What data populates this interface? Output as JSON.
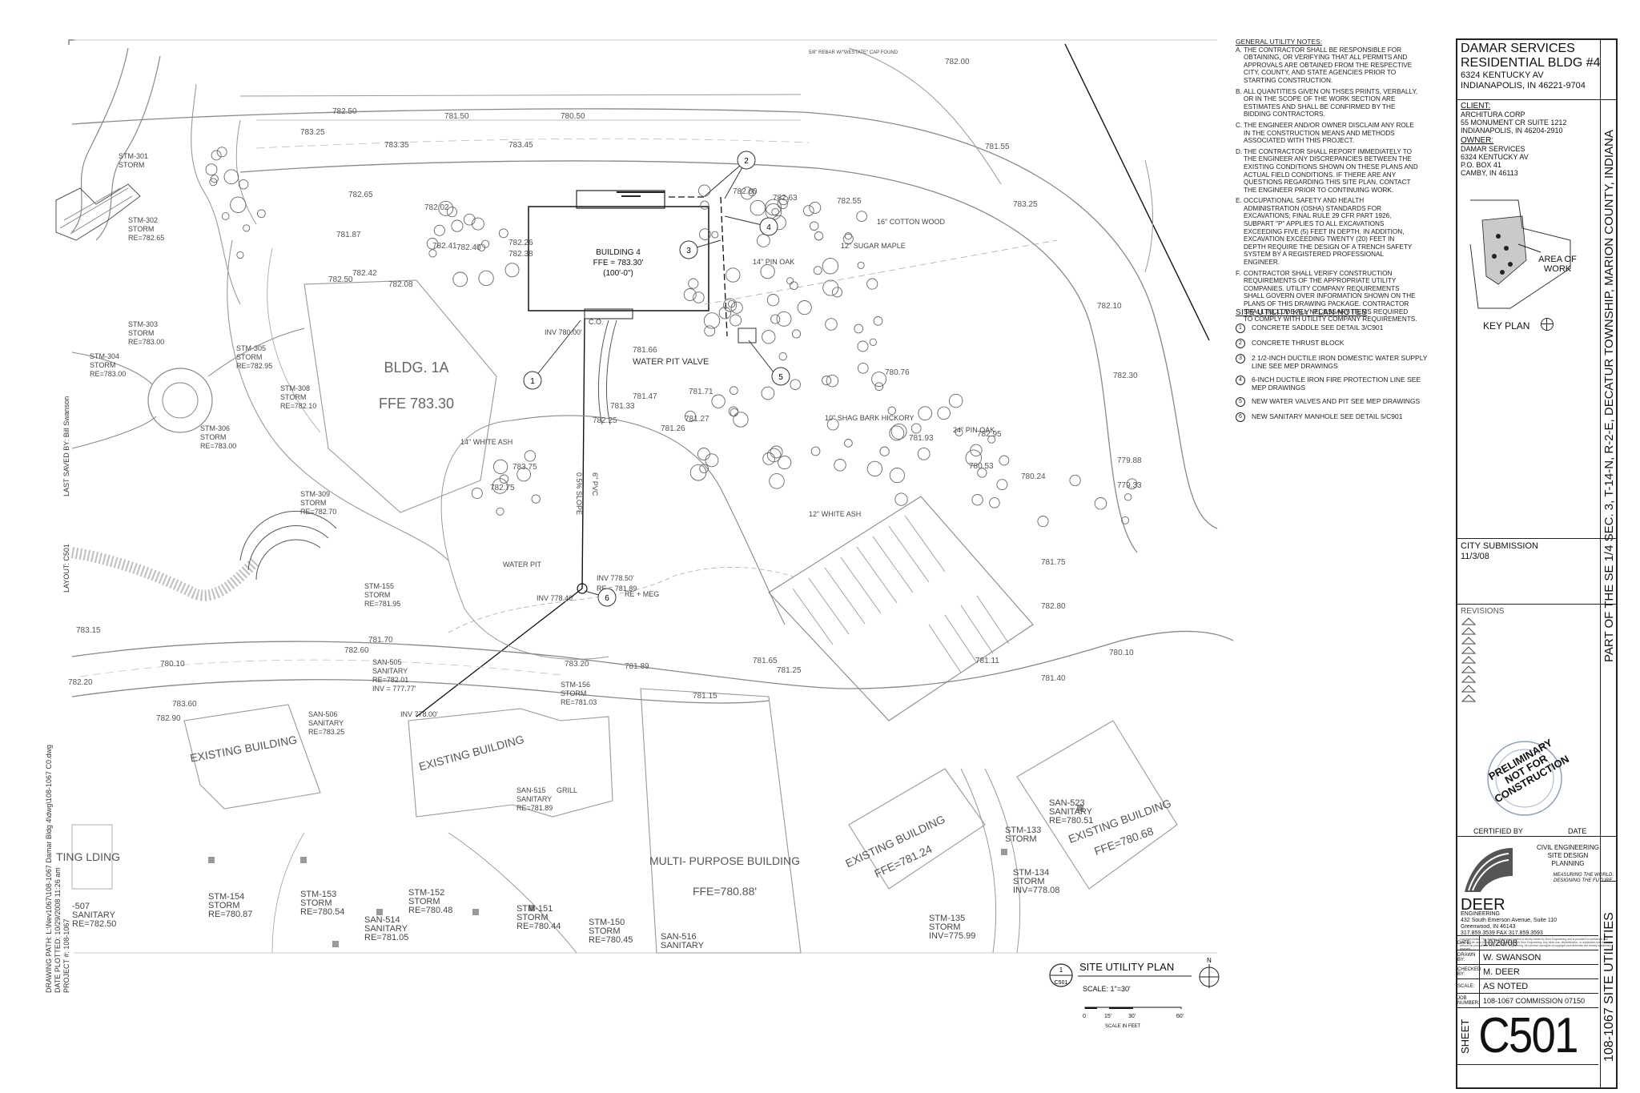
{
  "drawing": {
    "plan_title": "SITE UTILITY PLAN",
    "plan_detail_number": "1",
    "plan_detail_sheet": "C501",
    "scale_text": "SCALE: 1\"=30'",
    "scale_bar_labels": [
      "0",
      "15'",
      "30'",
      "60'"
    ],
    "scale_bar_caption": "SCALE IN FEET",
    "north_label": "N",
    "side_info": {
      "drawing_path": "DRAWING PATH: L:\\Nev1067\\108-1067 Damar Bldg 4\\dwg\\108-1067 C0.dwg",
      "date_plotted": "DATE PLOTTED: 10/29/2008 11:26 am",
      "project": "PROJECT #: 108-1067",
      "layout": "LAYOUT: C501",
      "saved_by": "LAST SAVED BY: Bill Swanson"
    },
    "buildings": [
      {
        "name": "BUILDING 4",
        "ffe": "FFE = 783.30'",
        "dim": "(100'-0\")"
      },
      {
        "name": "BLDG. 1A",
        "ffe": "FFE 783.30"
      },
      {
        "name": "EXISTING BUILDING"
      },
      {
        "name": "EXISTING BUILDING"
      },
      {
        "name": "MULTI- PURPOSE BUILDING",
        "ffe": "FFE=780.88'"
      },
      {
        "name": "EXISTING BUILDING",
        "ffe": "FFE=781.24"
      },
      {
        "name": "EXISTING BUILDING",
        "ffe": "FFE=780.68"
      },
      {
        "name": "TING LDING"
      }
    ],
    "structures": [
      {
        "name": "STM-301",
        "type": "STORM"
      },
      {
        "name": "STM-302",
        "type": "STORM",
        "re": "RE=782.65"
      },
      {
        "name": "STM-303",
        "type": "STORM",
        "re": "RE=783.00"
      },
      {
        "name": "STM-304",
        "type": "STORM",
        "re": "RE=783.00"
      },
      {
        "name": "STM-305",
        "type": "STORM",
        "re": "RE=782.95"
      },
      {
        "name": "STM-306",
        "type": "STORM",
        "re": "RE=783.00"
      },
      {
        "name": "STM-308",
        "type": "STORM",
        "re": "RE=782.10"
      },
      {
        "name": "STM-309",
        "type": "STORM",
        "re": "RE=782.70"
      },
      {
        "name": "STM-155",
        "type": "STORM",
        "re": "RE=781.95"
      },
      {
        "name": "SAN-505",
        "type": "SANITARY",
        "re": "RE=782.01",
        "inv": "INV = 777.77'"
      },
      {
        "name": "SAN-506",
        "type": "SANITARY",
        "re": "RE=783.25"
      },
      {
        "name": "STM-156",
        "type": "STORM",
        "re": "RE=781.03"
      },
      {
        "name": "SAN-515",
        "type": "SANITARY",
        "re": "RE=781.89"
      },
      {
        "name": "STM-154",
        "type": "STORM",
        "re": "RE=780.87"
      },
      {
        "name": "STM-153",
        "type": "STORM",
        "re": "RE=780.54"
      },
      {
        "name": "STM-152",
        "type": "STORM",
        "re": "RE=780.48"
      },
      {
        "name": "STM-151",
        "type": "STORM",
        "re": "RE=780.44"
      },
      {
        "name": "STM-150",
        "type": "STORM",
        "re": "RE=780.45"
      },
      {
        "name": "SAN-514",
        "type": "SANITARY",
        "re": "RE=781.05"
      },
      {
        "name": "SAN-516",
        "type": "SANITARY"
      },
      {
        "name": "SAN-523",
        "type": "SANITARY",
        "re": "RE=780.51"
      },
      {
        "name": "STM-134",
        "type": "STORM",
        "inv": "INV=778.08"
      },
      {
        "name": "STM-133",
        "type": "STORM"
      },
      {
        "name": "STM-135",
        "type": "STORM",
        "inv": "INV=775.99"
      },
      {
        "name": "-507",
        "type": "SANITARY",
        "re": "RE=782.50"
      }
    ],
    "annotations": [
      "WATER PIT VALVE",
      "INV 780.00'",
      "INV 778.50'",
      "INV 778.40'",
      "INV 778.00'",
      "RE = 781.89",
      "RE + MEG",
      "0.5% SLOPE",
      "6\" PVC",
      "WATER PIT",
      "C.O.",
      "GRILL",
      "5/8\" REBAR W/\"WESTATE\" CAP FOUND",
      "MEASURING THE WORLD"
    ],
    "spot_elevations": [
      "782.50",
      "781.50",
      "780.50",
      "783.25",
      "783.35",
      "783.45",
      "782.65",
      "782.02",
      "781.87",
      "782.26",
      "782.38",
      "782.42",
      "782.41",
      "782.40",
      "782.50",
      "782.08",
      "782.60",
      "782.63",
      "782.55",
      "782.00",
      "781.55",
      "783.25",
      "782.10",
      "782.30",
      "781.66",
      "780.76",
      "781.47",
      "781.33",
      "781.71",
      "782.25",
      "781.27",
      "781.26",
      "783.75",
      "782.75",
      "781.93",
      "780.53",
      "780.24",
      "779.88",
      "779.33",
      "781.75",
      "782.80",
      "781.70",
      "782.60",
      "783.20",
      "781.89",
      "781.65",
      "781.25",
      "781.15",
      "781.11",
      "780.10",
      "781.40",
      "780.10",
      "782.20",
      "783.60",
      "782.90",
      "783.15",
      "782.95",
      "780.53"
    ],
    "callouts": [
      "1",
      "2",
      "3",
      "4",
      "5",
      "6"
    ],
    "trees": [
      "14\" WHITE ASH",
      "12\" SUGAR MAPLE",
      "14\" PIN OAK",
      "10\" SHAG BARK HICKORY",
      "16\" COTTON WOOD",
      "12\" WHITE ASH",
      "24\" PIN OAK"
    ]
  },
  "general_notes": {
    "title": "GENERAL UTILITY NOTES:",
    "items": [
      {
        "key": "A.",
        "text": "THE CONTRACTOR SHALL BE RESPONSIBLE FOR OBTAINING, OR VERIFYING THAT ALL PERMITS AND APPROVALS ARE OBTAINED FROM THE RESPECTIVE CITY, COUNTY, AND STATE AGENCIES PRIOR TO STARTING CONSTRUCTION."
      },
      {
        "key": "B.",
        "text": "ALL QUANTITIES GIVEN ON THSES PRINTS, VERBALLY, OR IN THE SCOPE OF THE WORK SECTION ARE ESTIMATES AND SHALL BE CONFIRMED BY THE BIDDING CONTRACTORS."
      },
      {
        "key": "C.",
        "text": "THE ENGINEER AND/OR OWNER DISCLAIM ANY ROLE IN THE CONSTRUCTION MEANS AND METHODS ASSOCIATED WITH THIS PROJECT."
      },
      {
        "key": "D.",
        "text": "THE CONTRACTOR SHALL REPORT IMMEDIATELY TO THE ENGINEER ANY DISCREPANCIES BETWEEN THE EXISTING CONDITIONS SHOWN ON THESE PLANS AND ACTUAL FIELD CONDITIONS. IF THERE ARE ANY QUESTIONS REGARDING THIS SITE PLAN, CONTACT THE ENGINEER PRIOR TO CONTINUING WORK."
      },
      {
        "key": "E.",
        "text": "OCCUPATIONAL SAFETY AND HEALTH ADMINISTRATION (OSHA) STANDARDS FOR EXCAVATIONS; FINAL RULE 29 CFR PART 1926, SUBPART \"P\" APPLIES TO ALL EXCAVATIONS EXCEEDING FIVE (5) FEET IN DEPTH. IN ADDITION, EXCAVATION EXCEEDING TWENTY (20) FEET IN DEPTH REQUIRE THE DESIGN OF A TRENCH SAFETY SYSTEM BY A REGISTERED PROFESSIONAL ENGINEER."
      },
      {
        "key": "F.",
        "text": "CONTRACTOR SHALL VERIFY CONSTRUCTION REQUIREMENTS OF THE APPROPRIATE UTILITY COMPANIES. UTILITY COMPANY REQUIREMENTS SHALL GOVERN OVER INFORMATION SHOWN ON THE PLANS OF THIS DRAWING PACKAGE. CONTRACTOR SHALL INCLUDE ALL NECESSARY ITEMS REQUIRED TO COMPLY WITH UTILITY COMPANY REQUIREMENTS."
      }
    ]
  },
  "key_notes": {
    "title": "SITE UTILITY KEY PLAN NOTES",
    "items": [
      {
        "num": "1",
        "text": "CONCRETE SADDLE SEE DETAIL 3/C901"
      },
      {
        "num": "2",
        "text": "CONCRETE THRUST BLOCK"
      },
      {
        "num": "3",
        "text": "2 1/2-INCH DUCTILE IRON DOMESTIC WATER SUPPLY LINE SEE MEP DRAWINGS"
      },
      {
        "num": "4",
        "text": "6-INCH DUCTILE IRON FIRE PROTECTION LINE SEE MEP DRAWINGS"
      },
      {
        "num": "5",
        "text": "NEW WATER VALVES AND PIT SEE MEP DRAWINGS"
      },
      {
        "num": "6",
        "text": "NEW SANITARY MANHOLE SEE DETAIL 5/C901"
      }
    ]
  },
  "title_block": {
    "project_line1": "DAMAR SERVICES",
    "project_line2": "RESIDENTIAL BLDG #4",
    "project_addr1": "6324 KENTUCKY AV",
    "project_addr2": "INDIANAPOLIS, IN 46221-9704",
    "client_label": "CLIENT:",
    "client_lines": [
      "ARCHITURA CORP",
      "55 MONUMENT CR SUITE 1212",
      "INDIANAPOLIS, IN 46204-2910"
    ],
    "owner_label": "OWNER:",
    "owner_lines": [
      "DAMAR SERVICES",
      "6324 KENTUCKY AV",
      "P.O. BOX 41",
      "CAMBY, IN 46113"
    ],
    "key_plan_label": "KEY PLAN",
    "area_of_work": "AREA OF WORK",
    "submission": "CITY SUBMISSION",
    "submission_date": "11/3/08",
    "revisions_label": "REVISIONS",
    "stamp_line1": "PRELIMINARY",
    "stamp_line2": "NOT FOR",
    "stamp_line3": "CONSTRUCTION",
    "certified_by": "CERTIFIED BY",
    "date_label": "DATE",
    "firm_services": [
      "CIVIL ENGINEERING",
      "SITE DESIGN",
      "PLANNING"
    ],
    "firm_tagline": "MEASURING THE WORLD. DESIGNING THE FUTURE.",
    "firm_name": "DEER",
    "firm_sub": "ENGINEERING",
    "firm_addr1": "432 South Emerson Avenue, Suite 110",
    "firm_addr2": "Greenwood, IN 46143",
    "firm_phone": "317.859.3539  FAX 317.859.3593",
    "copyright": "Copyright Notice: This drawing, design and content is wholly owned by Deer Engineering and is provided in confidence and shall only be used pursuant to the agreement with Deer Engineering. Any other use, dissemination, or duplication may be made without the prior written consent of Deer Engineering. All common law rights of copyright and otherwise are hereby specifically reserved.",
    "rows": [
      {
        "key": "DATE:",
        "value": "10/20/08"
      },
      {
        "key": "DRAWN BY:",
        "value": "W. SWANSON"
      },
      {
        "key": "CHECKED BY:",
        "value": "M. DEER"
      },
      {
        "key": "SCALE:",
        "value": "AS NOTED"
      },
      {
        "key": "JOB NUMBER:",
        "value": "108-1067   COMMISSION 07150"
      }
    ],
    "sheet_label": "SHEET",
    "sheet_number": "C501",
    "vertical_location": "PART OF THE SE 1/4 SEC. 3, T-14-N, R-2-E, DECATUR TOWNSHIP, MARION COUNTY, INDIANA",
    "vertical_title": "108-1067 SITE UTILITIES"
  }
}
